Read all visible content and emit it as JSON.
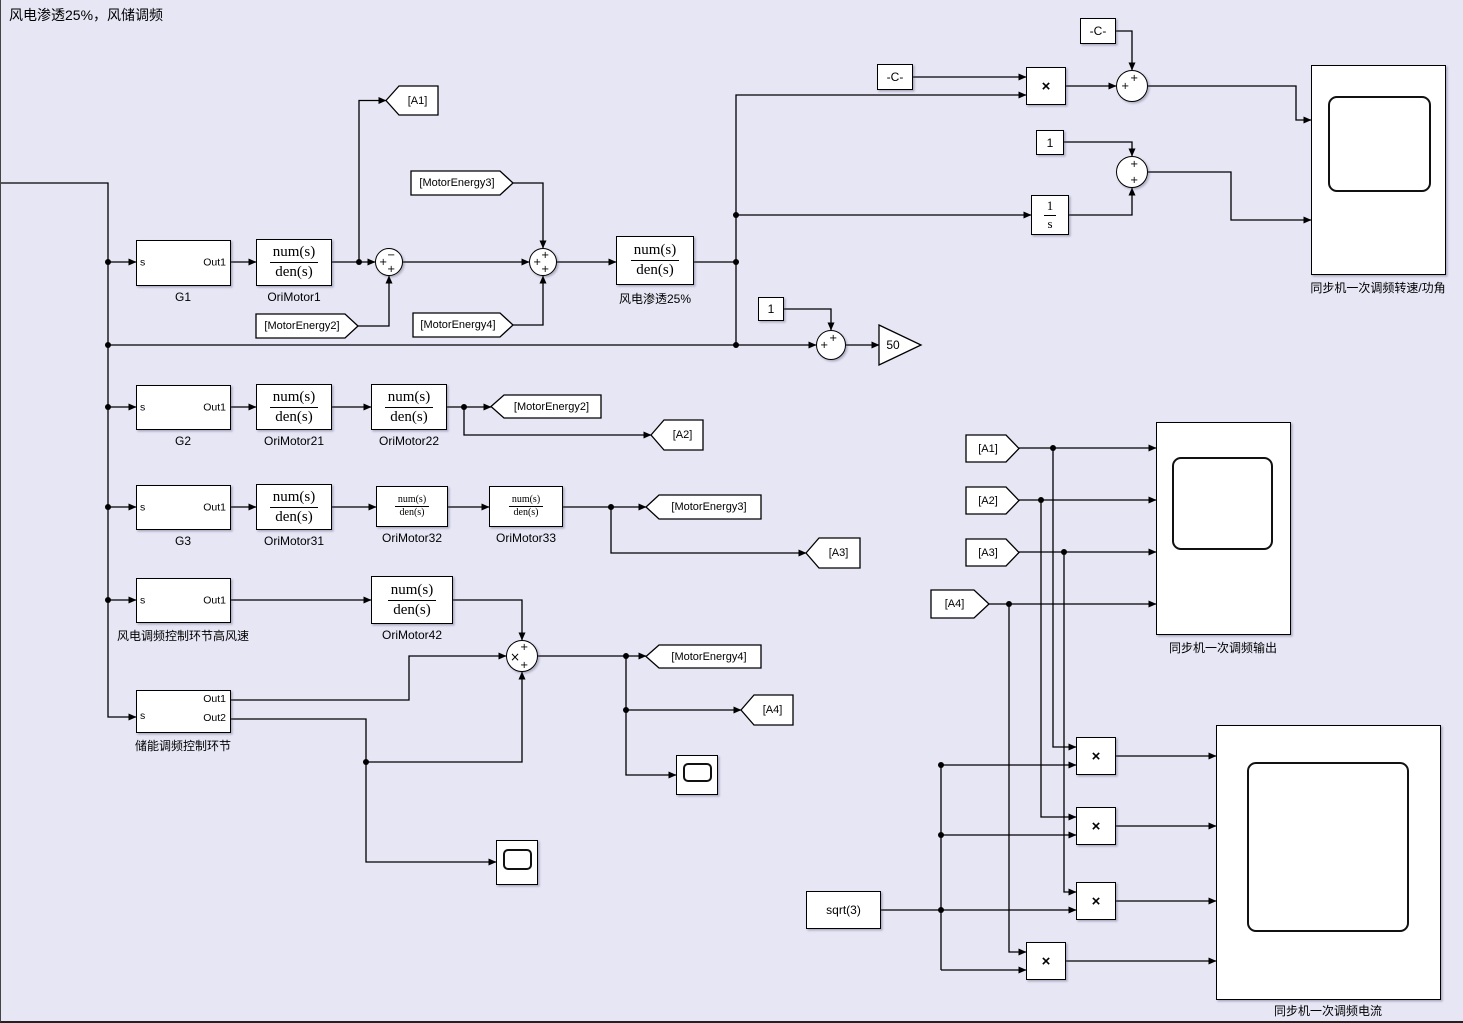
{
  "canvas": {
    "title": "风电渗透25%，风储调频"
  },
  "subsystems": {
    "g1": {
      "label": "G1",
      "port_in": "s",
      "port_out1": "Out1"
    },
    "g2": {
      "label": "G2",
      "port_in": "s",
      "port_out1": "Out1"
    },
    "g3": {
      "label": "G3",
      "port_in": "s",
      "port_out1": "Out1"
    },
    "wind_high_speed": {
      "label": "风电调频控制环节高风速",
      "port_in": "s",
      "port_out1": "Out1"
    },
    "storage": {
      "label": "储能调频控制环节",
      "port_in": "s",
      "port_out1": "Out1",
      "port_out2": "Out2"
    }
  },
  "transfer_fcns": {
    "orimotor1": {
      "label": "OriMotor1",
      "num": "num(s)",
      "den": "den(s)"
    },
    "wind_pen25": {
      "label": "风电渗透25%",
      "num": "num(s)",
      "den": "den(s)"
    },
    "orimotor21": {
      "label": "OriMotor21",
      "num": "num(s)",
      "den": "den(s)"
    },
    "orimotor22": {
      "label": "OriMotor22",
      "num": "num(s)",
      "den": "den(s)"
    },
    "orimotor31": {
      "label": "OriMotor31",
      "num": "num(s)",
      "den": "den(s)"
    },
    "orimotor32": {
      "label": "OriMotor32",
      "num": "num(s)",
      "den": "den(s)"
    },
    "orimotor33": {
      "label": "OriMotor33",
      "num": "num(s)",
      "den": "den(s)"
    },
    "orimotor42": {
      "label": "OriMotor42",
      "num": "num(s)",
      "den": "den(s)"
    }
  },
  "integrator": {
    "num": "1",
    "den": "s"
  },
  "constants": {
    "neg_c_top": "-C-",
    "neg_c_left": "-C-",
    "one_top": "1",
    "one_mid": "1"
  },
  "gain": {
    "value": "50"
  },
  "math": {
    "sqrt3": "sqrt(3)",
    "multiply": "×"
  },
  "sum_signs": {
    "plus": "+",
    "minus": "−"
  },
  "goto_tags": {
    "a1": "[A1]",
    "a2": "[A2]",
    "a3": "[A3]",
    "a4": "[A4]",
    "motor_energy2": "[MotorEnergy2]",
    "motor_energy3": "[MotorEnergy3]",
    "motor_energy4": "[MotorEnergy4]"
  },
  "from_tags": {
    "a1": "[A1]",
    "a2": "[A2]",
    "a3": "[A3]",
    "a4": "[A4]",
    "motor_energy2": "[MotorEnergy2]",
    "motor_energy3": "[MotorEnergy3]",
    "motor_energy4": "[MotorEnergy4]"
  },
  "scopes": {
    "speed_angle": {
      "label": "同步机一次调频转速/功角"
    },
    "freq_output": {
      "label": "同步机一次调频输出"
    },
    "freq_current": {
      "label": "同步机一次调频电流"
    }
  }
}
